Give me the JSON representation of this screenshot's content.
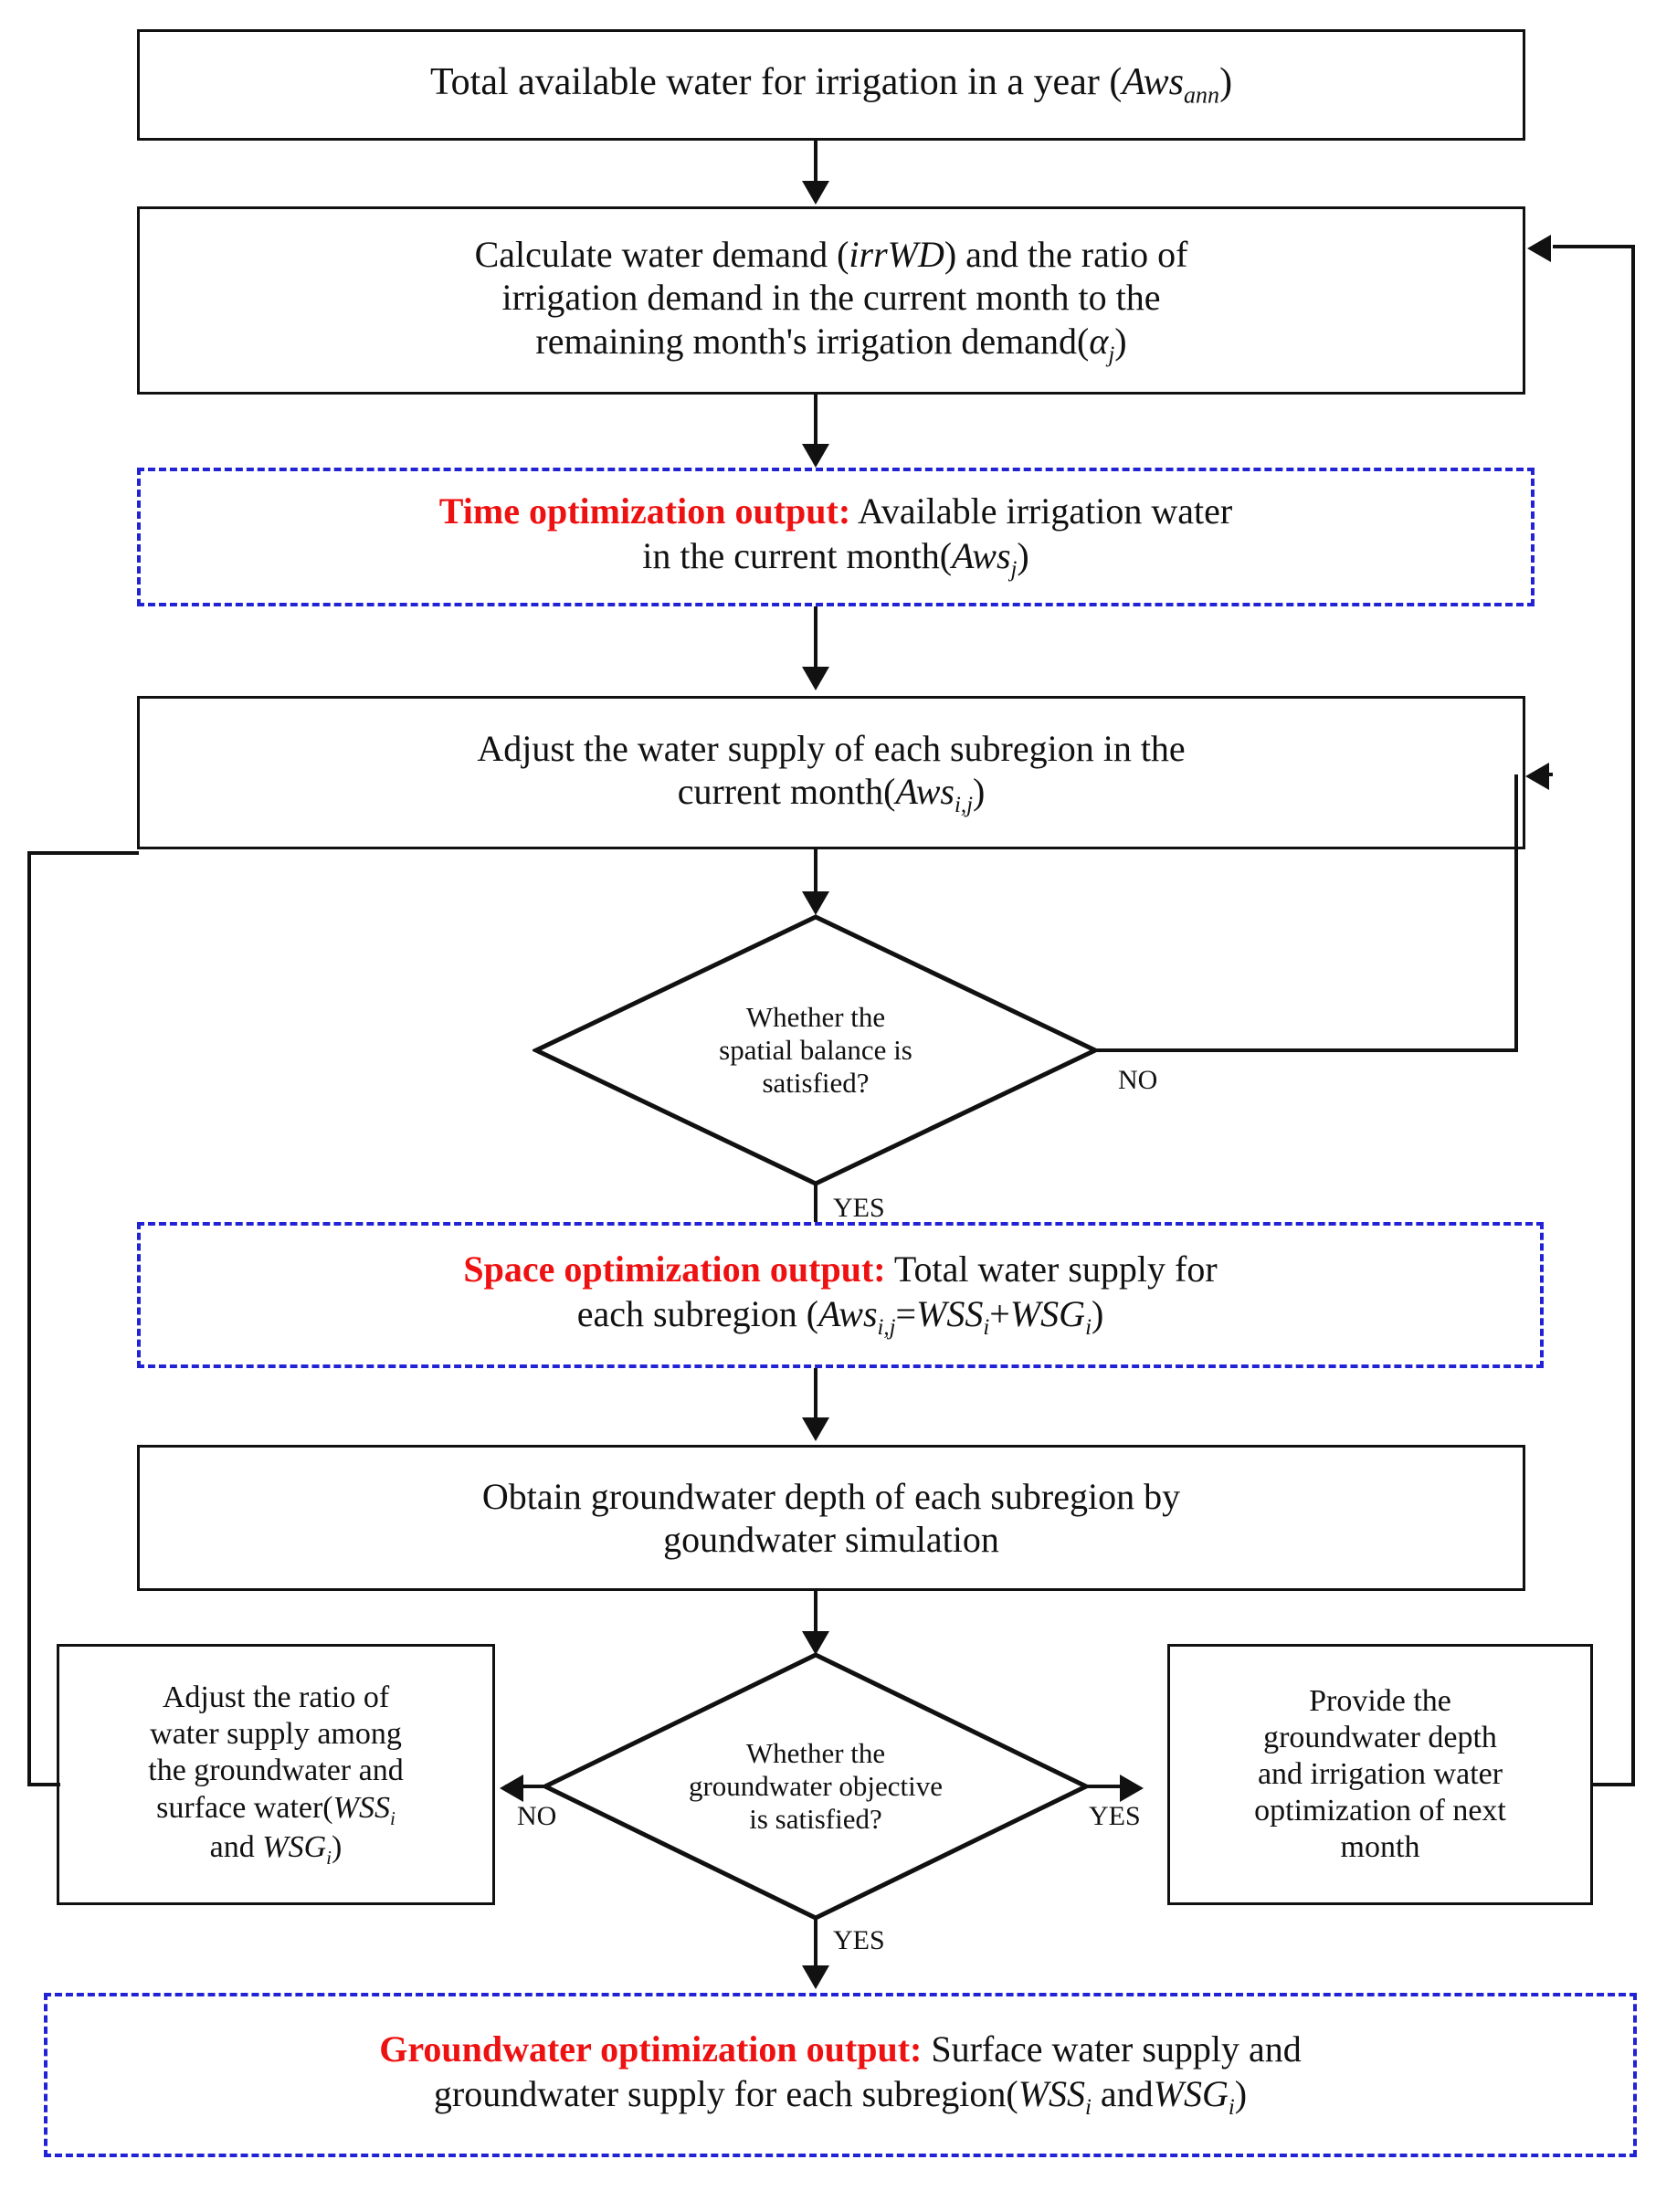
{
  "diagram": {
    "title": "Irrigation water time-space-groundwater optimization flowchart",
    "type": "flowchart",
    "colors": {
      "node_border": "#111111",
      "output_border": "#2323d6",
      "output_label": "#ee1111",
      "background": "#ffffff"
    },
    "nodes": [
      {
        "id": "n1",
        "kind": "process",
        "text": "Total available water for irrigation in a year (Awsann)",
        "lines": [
          "Total available water for irrigation in a year (Awsann)"
        ]
      },
      {
        "id": "n2",
        "kind": "process",
        "text": "Calculate water demand (irrWD) and the ratio of irrigation demand in the current month to the remaining month's irrigation demand(αj)",
        "lines": [
          "Calculate water demand (irrWD) and the ratio of",
          "irrigation demand in the current month to the",
          "remaining month's irrigation demand(αj)"
        ]
      },
      {
        "id": "n3",
        "kind": "output",
        "label": "Time optimization output:",
        "text": "Available irrigation water in the current month(Awsj)",
        "lines": [
          "Available irrigation water",
          "in the current month(Awsj)"
        ]
      },
      {
        "id": "n4",
        "kind": "process",
        "text": "Adjust the water supply of each subregion in the current month(Awsi,j)",
        "lines": [
          "Adjust the water supply of each subregion in the",
          "current month(Awsi,j)"
        ]
      },
      {
        "id": "d1",
        "kind": "decision",
        "text": "Whether the spatial balance is satisfied?",
        "lines": [
          "Whether the",
          "spatial balance is",
          "satisfied?"
        ]
      },
      {
        "id": "n5",
        "kind": "output",
        "label": "Space optimization output:",
        "text": "Total water supply for each subregion (Awsi,j=WSSi+WSGi)",
        "lines": [
          "Total water supply for",
          "each subregion (Awsi,j=WSSi+WSGi)"
        ]
      },
      {
        "id": "n6",
        "kind": "process",
        "text": "Obtain groundwater depth of each subregion by goundwater simulation",
        "lines": [
          "Obtain groundwater depth of each subregion by",
          "goundwater simulation"
        ]
      },
      {
        "id": "n7",
        "kind": "process",
        "text": "Adjust the ratio of water supply among the groundwater and surface water(WSSi and WSGi)",
        "lines": [
          "Adjust the ratio of",
          "water supply among",
          "the groundwater and",
          "surface water(WSSi",
          "and WSGi)"
        ]
      },
      {
        "id": "d2",
        "kind": "decision",
        "text": "Whether the groundwater objective is satisfied?",
        "lines": [
          "Whether the",
          "groundwater objective",
          "is satisfied?"
        ]
      },
      {
        "id": "n8",
        "kind": "process",
        "text": "Provide the groundwater depth and irrigation water optimization of next month",
        "lines": [
          "Provide the",
          "groundwater depth",
          "and irrigation water",
          "optimization of next",
          "month"
        ]
      },
      {
        "id": "n9",
        "kind": "output",
        "label": "Groundwater optimization output:",
        "text": "Surface water supply and groundwater supply for each subregion(WSSi andWSGi)",
        "lines": [
          "Surface water supply and",
          "groundwater supply for each subregion(WSSi andWSGi)"
        ]
      }
    ],
    "edge_labels": {
      "d1_no": "NO",
      "d1_yes": "YES",
      "d2_no": "NO",
      "d2_yes": "YES",
      "d2_down_yes": "YES"
    }
  }
}
